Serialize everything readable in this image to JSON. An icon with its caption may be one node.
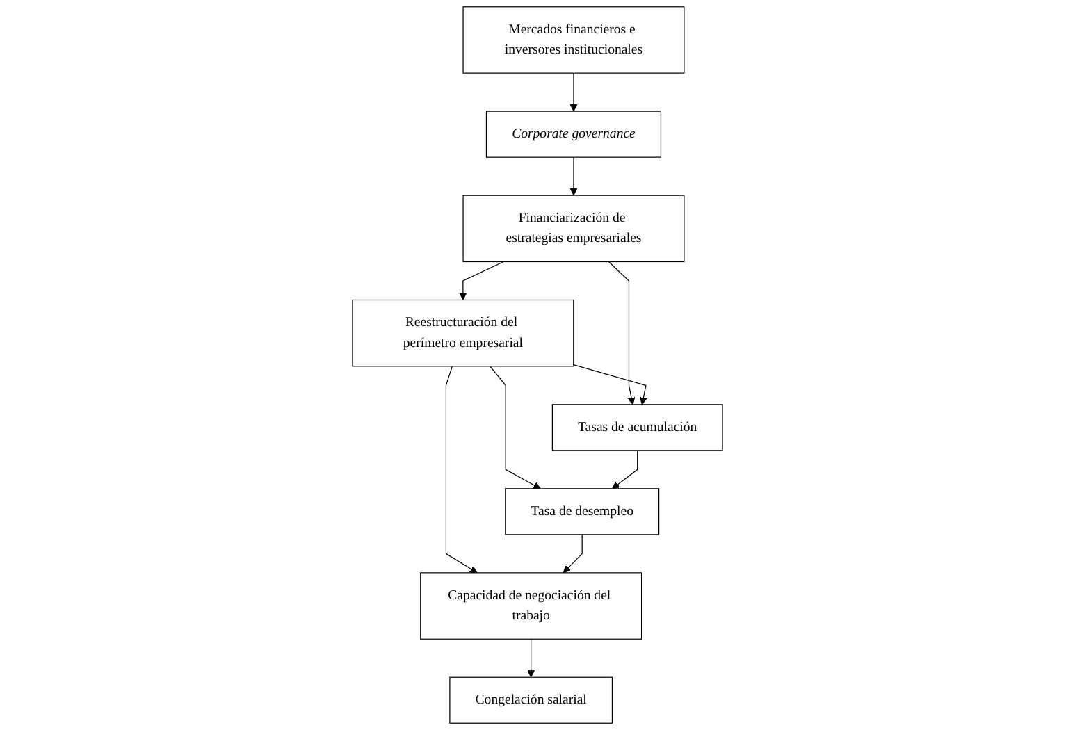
{
  "diagram": {
    "nodes": [
      {
        "text": [
          "Mercados financieros e inversores institucionales"
        ]
      },
      {
        "text": [
          "Corporate governance"
        ]
      },
      {
        "text": [
          "Financiarización de estrategias empresariales"
        ]
      },
      {
        "text": [
          "Reestructuración del perímetro empresarial"
        ]
      },
      {
        "text": [
          "Tasas de acumulación"
        ]
      },
      {
        "text": [
          "Tasa de desempleo"
        ]
      },
      {
        "text": [
          "Capacidad de negociación del trabajo"
        ]
      },
      {
        "text": [
          "Congelación salarial"
        ]
      }
    ],
    "edges": [
      {
        "from": 0,
        "to": 1,
        "arrow": "to"
      },
      {
        "from": 1,
        "to": 2,
        "arrow": "to"
      },
      {
        "from": 2,
        "to": 3,
        "arrow": "to"
      },
      {
        "from": 2,
        "to": 4,
        "arrow": "to"
      },
      {
        "from": 3,
        "to": 5,
        "arrow": "to"
      },
      {
        "from": 3,
        "to": 4,
        "arrow": "to"
      },
      {
        "from": 4,
        "to": 5,
        "arrow": "to"
      },
      {
        "from": 3,
        "to": 6,
        "arrow": "to"
      },
      {
        "from": 5,
        "to": 6,
        "arrow": "to"
      },
      {
        "from": 6,
        "to": 7,
        "arrow": "to"
      }
    ]
  }
}
